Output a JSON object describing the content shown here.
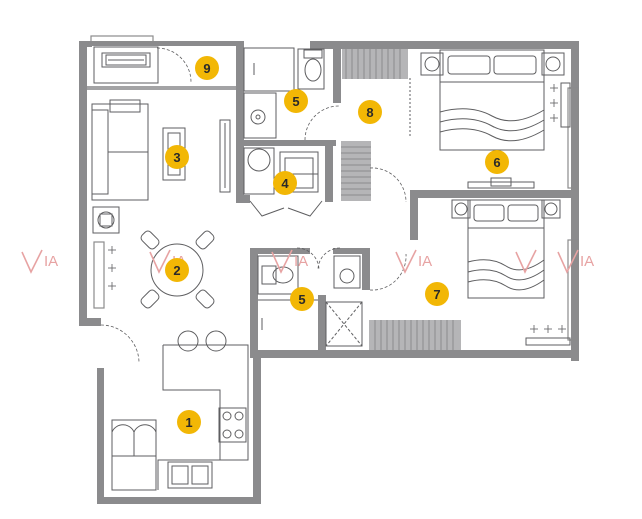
{
  "rooms": [
    {
      "id": "kitchen",
      "number": "1"
    },
    {
      "id": "dining",
      "number": "2"
    },
    {
      "id": "living",
      "number": "3"
    },
    {
      "id": "closet",
      "number": "4"
    },
    {
      "id": "bath-top",
      "number": "5"
    },
    {
      "id": "bath-bottom",
      "number": "5"
    },
    {
      "id": "bedroom-master",
      "number": "6"
    },
    {
      "id": "bedroom-second",
      "number": "7"
    },
    {
      "id": "hall",
      "number": "8"
    },
    {
      "id": "laundry",
      "number": "9"
    }
  ],
  "watermark": {
    "text": "IA"
  },
  "colors": {
    "wall": "#8b8b8d",
    "wall_dark": "#6f6f71",
    "line": "#5e5e60",
    "badge": "#f2b705",
    "watermark": "#e7a3a3"
  }
}
